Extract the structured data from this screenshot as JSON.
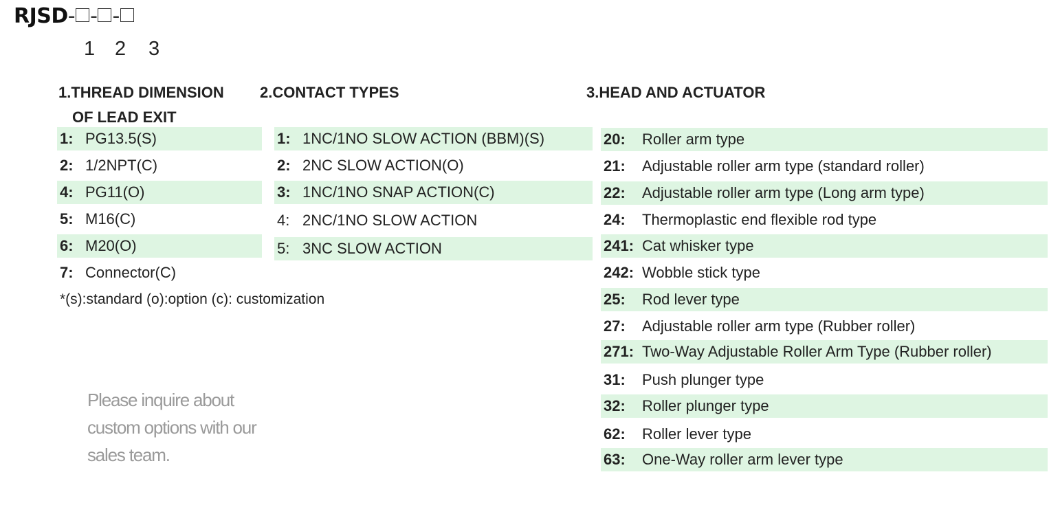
{
  "model": {
    "prefix": "RJSD",
    "separator": "-",
    "slots": [
      "1",
      "2",
      "3"
    ]
  },
  "sections": {
    "thread": {
      "title_line1": "1.THREAD DIMENSION",
      "title_line2": "OF LEAD EXIT",
      "items": [
        {
          "code": "1:",
          "label": "PG13.5(S)",
          "highlight": true
        },
        {
          "code": "2:",
          "label": "1/2NPT(C)",
          "highlight": false
        },
        {
          "code": "4:",
          "label": "PG11(O)",
          "highlight": true
        },
        {
          "code": "5:",
          "label": "M16(C)",
          "highlight": false
        },
        {
          "code": "6:",
          "label": "M20(O)",
          "highlight": true
        },
        {
          "code": "7:",
          "label": "Connector(C)",
          "highlight": false
        }
      ],
      "note": "*(s):standard (o):option (c): customization"
    },
    "contact": {
      "title": "2.CONTACT TYPES",
      "items": [
        {
          "code": "1:",
          "label": "1NC/1NO SLOW ACTION (BBM)(S)",
          "highlight": true
        },
        {
          "code": "2:",
          "label": "2NC SLOW ACTION(O)",
          "highlight": false
        },
        {
          "code": "3:",
          "label": "1NC/1NO SNAP ACTION(C)",
          "highlight": true
        },
        {
          "code": "4:",
          "label": "2NC/1NO SLOW ACTION",
          "highlight": false
        },
        {
          "code": "5:",
          "label": "3NC SLOW ACTION",
          "highlight": true
        }
      ]
    },
    "head": {
      "title": "3.HEAD AND ACTUATOR",
      "items": [
        {
          "code": "20:",
          "label": "Roller arm type",
          "highlight": true
        },
        {
          "code": "21:",
          "label": "Adjustable roller arm type (standard roller)",
          "highlight": false
        },
        {
          "code": "22:",
          "label": "Adjustable roller arm type (Long arm type)",
          "highlight": true
        },
        {
          "code": "24:",
          "label": "Thermoplastic end flexible rod type",
          "highlight": false
        },
        {
          "code": "241:",
          "label": "Cat whisker type",
          "highlight": true
        },
        {
          "code": "242:",
          "label": "Wobble stick type",
          "highlight": false
        },
        {
          "code": "25:",
          "label": "Rod lever type",
          "highlight": true
        },
        {
          "code": "27:",
          "label": "Adjustable roller arm type (Rubber roller)",
          "highlight": false
        },
        {
          "code": "271:",
          "label": "Two-Way Adjustable Roller  Arm Type (Rubber roller)",
          "highlight": true
        },
        {
          "code": "31:",
          "label": "Push plunger type",
          "highlight": false
        },
        {
          "code": "32:",
          "label": "Roller plunger type",
          "highlight": true
        },
        {
          "code": "62:",
          "label": "Roller lever type",
          "highlight": false
        },
        {
          "code": "63:",
          "label": "One-Way roller arm lever type",
          "highlight": true
        }
      ]
    }
  },
  "inquiry": {
    "line1": "Please inquire about",
    "line2": "custom options with our",
    "line3": "sales team."
  },
  "colors": {
    "highlight": "#def5e2",
    "text": "#222222",
    "inquiry_text": "#9a9a9a"
  }
}
